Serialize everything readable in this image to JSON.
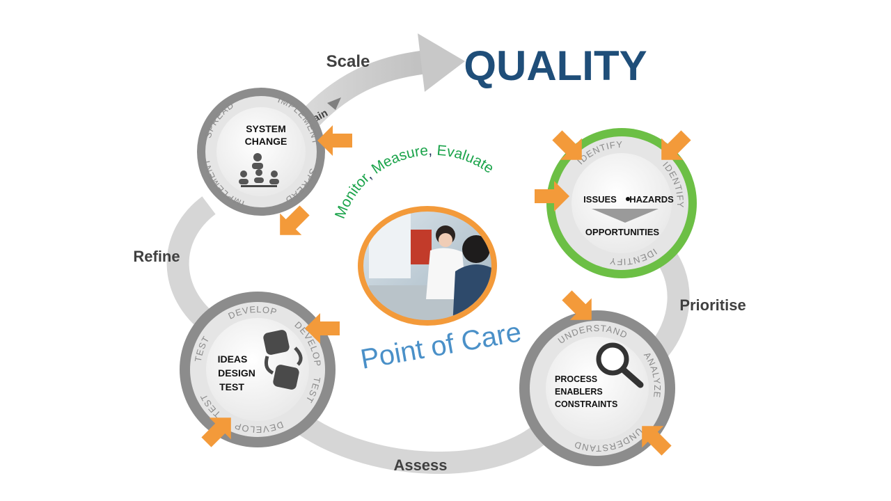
{
  "title": "QUALITY",
  "center": {
    "arc_text": {
      "monitor": "Monitor",
      "measure": "Measure",
      "evaluate": "Evaluate"
    },
    "point_of_care": "Point of Care"
  },
  "flows": {
    "scale": "Scale",
    "sustain": "Sustain",
    "refine": "Refine",
    "prioritise": "Prioritise",
    "assess": "Assess"
  },
  "stages": {
    "system_change": {
      "lines": [
        "SYSTEM",
        "CHANGE"
      ],
      "ring_words": [
        "SPREAD",
        "IMPLEMENT",
        "SPREAD",
        "IMPLEMENT"
      ]
    },
    "identify": {
      "issues": "ISSUES",
      "hazards": "HAZARDS",
      "opportunities": "OPPORTUNITIES",
      "ring_words": [
        "IDENTIFY",
        "IDENTIFY",
        "IDENTIFY"
      ]
    },
    "ideas": {
      "lines": [
        "IDEAS",
        "DESIGN",
        "TEST"
      ],
      "ring_words": [
        "TEST",
        "DEVELOP",
        "DEVELOP",
        "TEST",
        "DEVELOP",
        "TEST"
      ]
    },
    "process": {
      "lines": [
        "PROCESS",
        "ENABLERS",
        "CONSTRAINTS"
      ],
      "ring_words": [
        "UNDERSTAND",
        "ANALYZE",
        "UNDERSTAND"
      ]
    }
  },
  "colors": {
    "title": "#1f4e79",
    "green_ring": "#6cbf45",
    "gray_ring": "#8c8c8c",
    "orange": "#f39a3a",
    "arc_text": "#1aa34a",
    "point_of_care": "#4a90c8"
  },
  "icons": [
    "meeting-people-icon",
    "shuffle-blocks-icon",
    "magnifier-icon",
    "orange-arrow-icon",
    "clinician-photo"
  ]
}
